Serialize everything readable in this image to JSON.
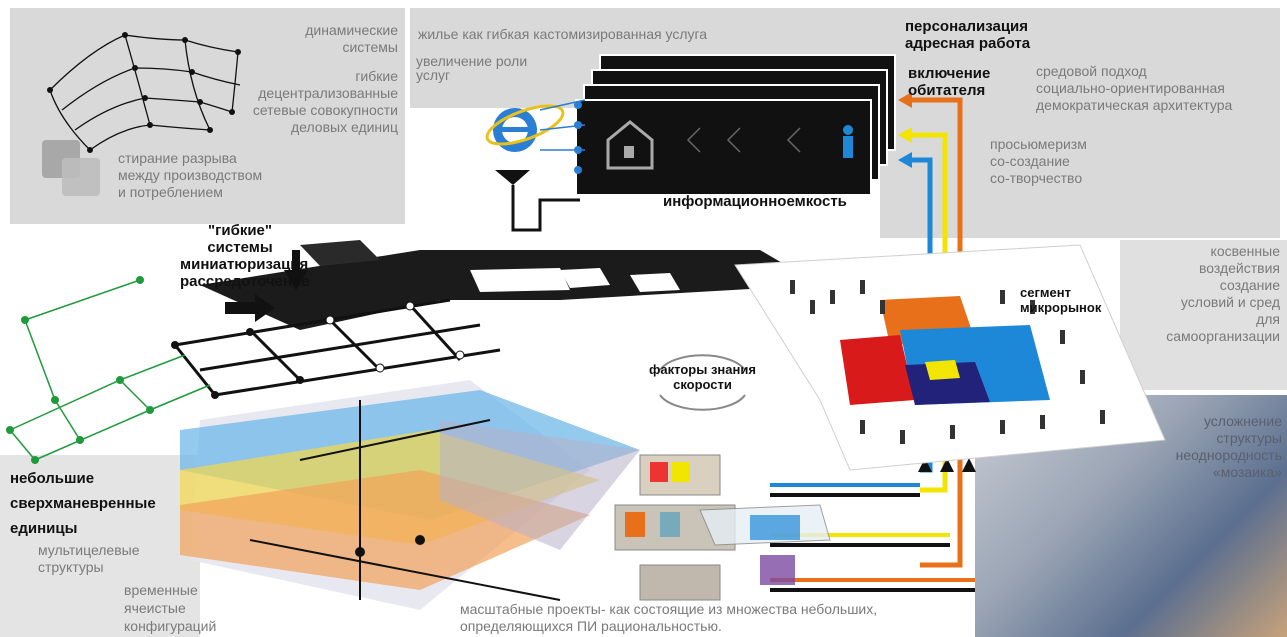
{
  "top_left": {
    "dynamic": "динамические\nсистемы",
    "flexible": "гибкие\nдецентрализованные\nсетевые совокупности\nделовых единиц",
    "gap": "стирание разрыва\nмежду производством\nи потреблением"
  },
  "top_center": {
    "housing": "жилье как гибкая кастомизированная услуга",
    "services": "увеличение роли\nуслуг",
    "info": "информационноемкость"
  },
  "top_right": {
    "personal": "персонализация\nадресная работа",
    "inclusion": "включение\nобитателя",
    "approach": "средовой подход\nсоциально-ориентированная\nдемократическая архитектура",
    "prosumer": "просьюмеризм\nсо-создание\nсо-творчество"
  },
  "left": {
    "flexible_systems": "\"гибкие\"\nсистемы\nминиатюризация\nрассредоточение",
    "small_units": "небольшие\nсверхманевренные\nединицы",
    "multi": "мультицелевые\nструктуры",
    "temporary": "временные\nячеистые\nконфигураций"
  },
  "center": {
    "factors": "факторы знания\nскорости",
    "projects": "масштабные проекты- как состоящие из множества небольших,\nопределяющихся ПИ рациональностью."
  },
  "right": {
    "segment": "сегмент\nмикрорынок",
    "indirect": "косвенные\nвоздействия\nсоздание\nусловий и сред\nдля\nсамоорганизации",
    "complex": "усложнение\nструктуры\nнеоднородность\n«мозаика»"
  },
  "colors": {
    "panel": "#d9d9d9",
    "grey_text": "#7a7a7a",
    "orange": "#e8701a",
    "yellow": "#f2e600",
    "blue": "#1e88d8",
    "green": "#1f9a3a",
    "red": "#d91a1a",
    "navy": "#22227a"
  },
  "icons": [
    "ie-logo-icon",
    "house-icon",
    "person-icon",
    "arrow-icon"
  ]
}
